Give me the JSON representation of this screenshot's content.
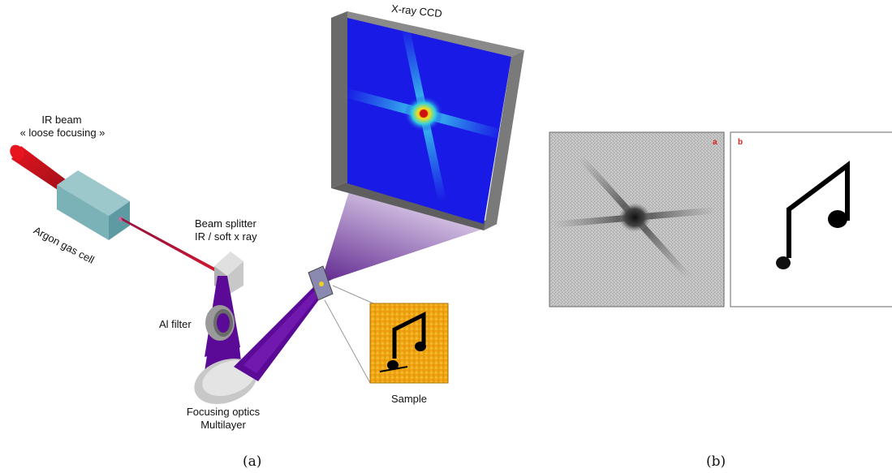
{
  "panel_a": {
    "ccd_label": "X-ray CCD",
    "ir_beam_line1": "IR beam",
    "ir_beam_line2": "« loose focusing »",
    "argon_label": "Argon gas cell",
    "splitter_line1": "Beam splitter",
    "splitter_line2": "IR / soft x ray",
    "al_filter_label": "Al filter",
    "optics_line1": "Focusing optics",
    "optics_line2": "Multilayer",
    "sample_label": "Sample",
    "caption": "(a)"
  },
  "panel_b": {
    "sub_a": "a",
    "sub_b": "b",
    "caption": "(b)"
  },
  "colors": {
    "ir_red": "#e8141e",
    "xray_purple": "#5a0a96",
    "ccd_blue": "#1a1ae6",
    "sample_orange": "#f0a000"
  }
}
